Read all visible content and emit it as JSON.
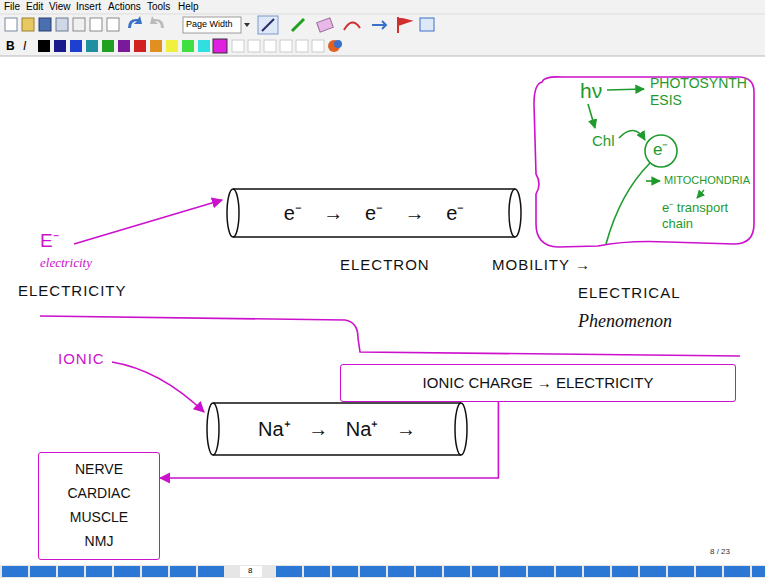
{
  "diagram": {
    "nodes": [
      {
        "text": [
          "e⁻ → e⁻ → e⁻"
        ]
      },
      {
        "text": [
          "hν",
          "PHOTOSYNTHESIS",
          "Chl",
          "e⁻",
          "MITOCHONDRIA",
          "e⁻ transport chain"
        ]
      },
      {
        "text": [
          "Na⁺ → Na⁺ →"
        ]
      },
      {
        "text": [
          "IONIC CHARGE → ELECTRICITY"
        ]
      },
      {
        "text": [
          "NERVE CARDIAC MUSCLE NMJ"
        ]
      }
    ],
    "edges": [
      {
        "from": 3,
        "to": 4,
        "arrow": "to"
      }
    ],
    "labels": [
      "File",
      "Edit",
      "View",
      "Insert",
      "Actions",
      "Tools",
      "Help",
      "Page Width",
      "B",
      "I",
      "E⁻",
      "electricity",
      "ELECTRICITY",
      "ELECTRON",
      "MOBILITY →",
      "ELECTRICAL",
      "Phenomenon",
      "IONIC",
      "8 / 23",
      "8"
    ]
  }
}
